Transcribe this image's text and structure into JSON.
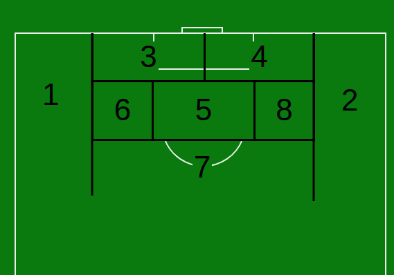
{
  "diagram": {
    "nodes": [
      {
        "text": [
          "3"
        ]
      },
      {
        "text": [
          "4"
        ]
      },
      {
        "text": [
          "6"
        ]
      },
      {
        "text": [
          "5"
        ]
      },
      {
        "text": [
          "8"
        ]
      }
    ],
    "labels": [
      "1",
      "2",
      "7"
    ]
  }
}
